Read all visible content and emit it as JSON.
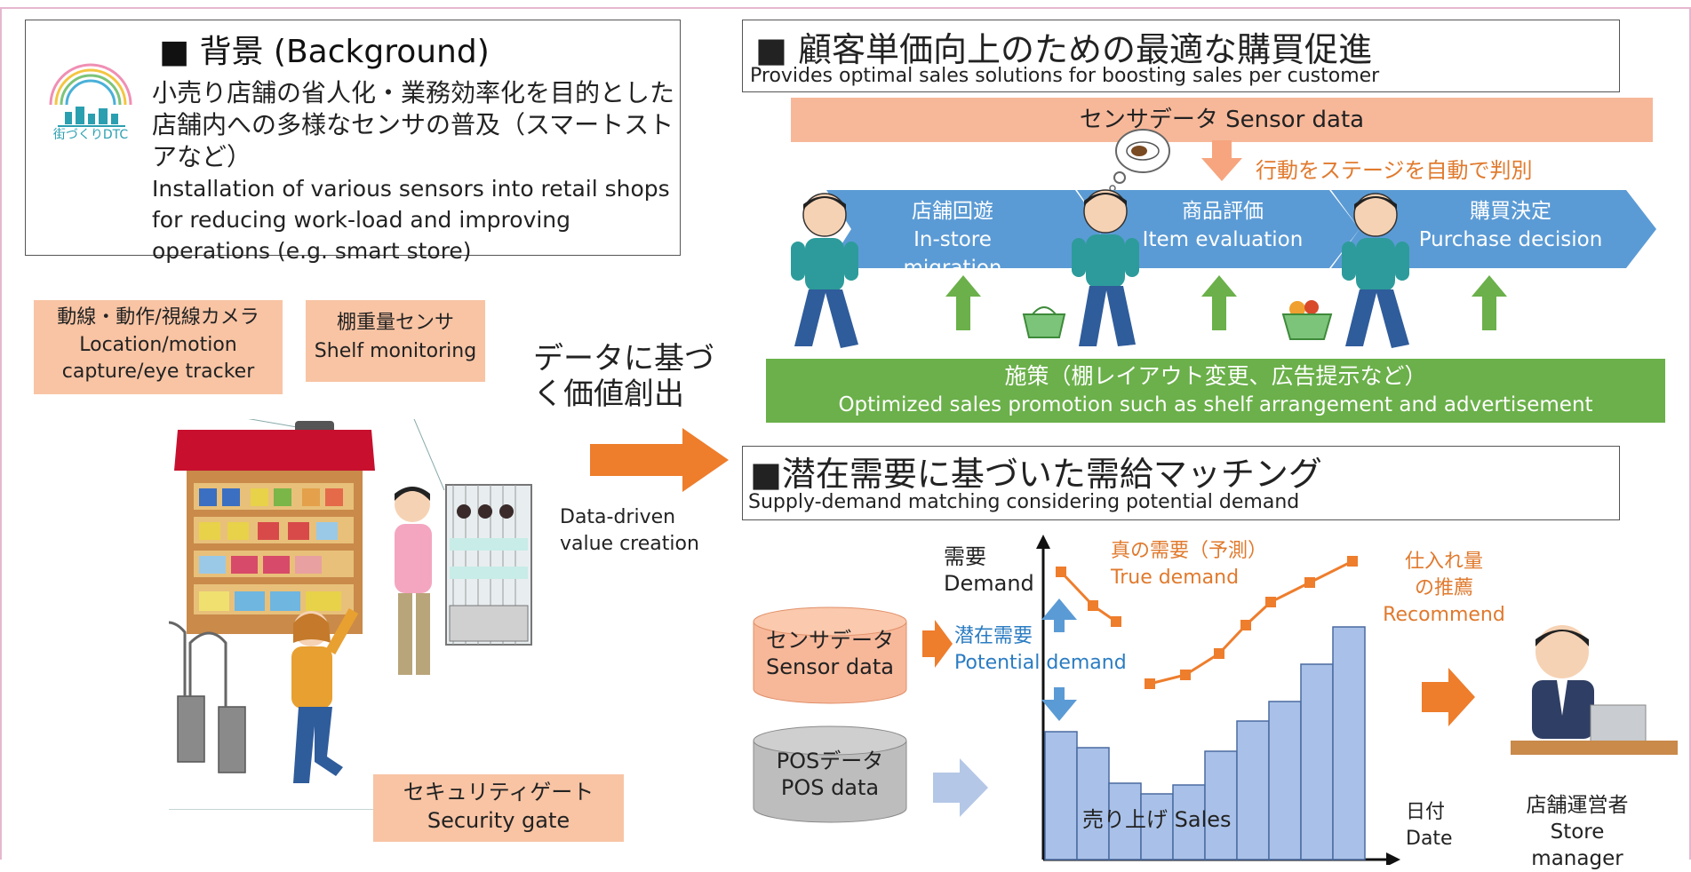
{
  "background": {
    "title": "■ 背景 (Background)",
    "jp_text": "小売り店舗の省人化・業務効率化を目的とした店舗内への多様なセンサの普及（スマートストアなど）",
    "en_text": "Installation of various sensors into retail shops for reducing work-load and improving operations (e.g. smart store)",
    "logo_text": "街づくりDTC"
  },
  "section1": {
    "title": "■ 顧客単価向上のための最適な購買促進",
    "subtitle": "Provides optimal sales solutions for boosting sales per customer",
    "sensor_bar": "センサデータ Sensor data",
    "stage_judge": "行動をステージを自動で判別",
    "stages": [
      {
        "jp": "店舗回遊",
        "en": "In-store migration"
      },
      {
        "jp": "商品評価",
        "en": "Item evaluation"
      },
      {
        "jp": "購買決定",
        "en": "Purchase decision"
      }
    ],
    "measures_jp": "施策（棚レイアウト変更、広告提示など）",
    "measures_en": "Optimized sales promotion such as shelf arrangement and advertisement"
  },
  "middle": {
    "jp": "データに基づく価値創出",
    "en": "Data-driven value creation"
  },
  "sensors": {
    "camera_jp": "動線・動作/視線カメラ",
    "camera_en": "Location/motion capture/eye tracker",
    "shelf_jp": "棚重量センサ",
    "shelf_en": "Shelf monitoring",
    "gate_jp": "セキュリティゲート",
    "gate_en": "Security gate"
  },
  "section2": {
    "title": "■潜在需要に基づいた需給マッチング",
    "subtitle": "Supply-demand matching considering potential demand",
    "sensor_db_jp": "センサデータ",
    "sensor_db_en": "Sensor data",
    "pos_db_jp": "POSデータ",
    "pos_db_en": "POS data",
    "demand_jp": "需要",
    "demand_en": "Demand",
    "potential_jp": "潜在需要",
    "potential_en": "Potential demand",
    "true_jp": "真の需要（予測）",
    "true_en": "True demand",
    "sales_label": "売り上げ Sales",
    "date_jp": "日付",
    "date_en": "Date",
    "recommend_jp1": "仕入れ量",
    "recommend_jp2": "の推薦",
    "recommend_en": "Recommend",
    "manager_jp": "店舗運営者",
    "manager_en": "Store manager"
  },
  "colors": {
    "orange": "#ee7d2c",
    "blue_chevron": "#5b9bd5",
    "green": "#6bb04a",
    "salmon": "#f8c4a4",
    "bar_fill": "#a9c1e8"
  }
}
